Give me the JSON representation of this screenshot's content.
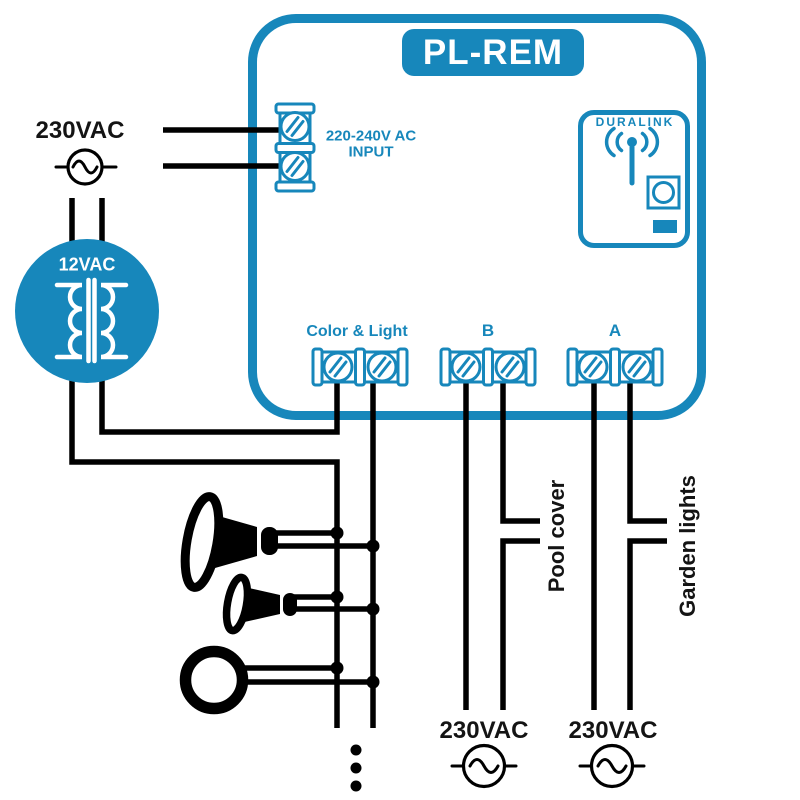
{
  "colors": {
    "accent": "#1787bb",
    "wire": "#000000"
  },
  "device": {
    "title": "PL-REM",
    "input_label_line1": "220-240V AC",
    "input_label_line2": "INPUT",
    "duralink_label": "DURALINK",
    "terminal_color_light": "Color & Light",
    "terminal_b": "B",
    "terminal_a": "A"
  },
  "power": {
    "mains_label": "230VAC",
    "transformer_label": "12VAC",
    "mains_b_label": "230VAC",
    "mains_a_label": "230VAC"
  },
  "loads": {
    "pool_cover": "Pool cover",
    "garden_lights": "Garden lights"
  }
}
